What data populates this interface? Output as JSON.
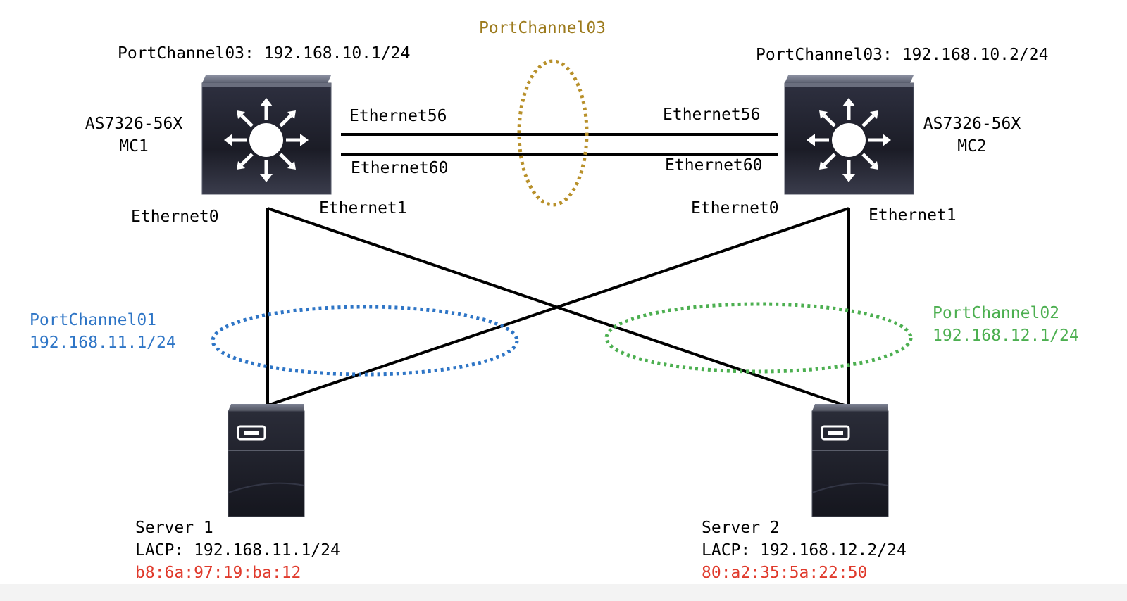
{
  "diagram": {
    "peer_link": {
      "name": "PortChannel03",
      "color": "#b8902a",
      "mc1_ip_label": "PortChannel03: 192.168.10.1/24",
      "mc2_ip_label": "PortChannel03: 192.168.10.2/24",
      "mc1_ports": [
        "Ethernet56",
        "Ethernet60"
      ],
      "mc2_ports": [
        "Ethernet56",
        "Ethernet60"
      ]
    },
    "switches": [
      {
        "model": "AS7326-56X",
        "name": "MC1",
        "ports": [
          "Ethernet0",
          "Ethernet1"
        ]
      },
      {
        "model": "AS7326-56X",
        "name": "MC2",
        "ports": [
          "Ethernet0",
          "Ethernet1"
        ]
      }
    ],
    "port_channels": [
      {
        "name": "PortChannel01",
        "ip": "192.168.11.1/24",
        "color": "#2e75c6"
      },
      {
        "name": "PortChannel02",
        "ip": "192.168.12.1/24",
        "color": "#4caf50"
      }
    ],
    "servers": [
      {
        "name": "Server 1",
        "lacp": "LACP: 192.168.11.1/24",
        "mac": "b8:6a:97:19:ba:12",
        "mac_color": "#e03a2c"
      },
      {
        "name": "Server 2",
        "lacp": "LACP: 192.168.12.2/24",
        "mac": "80:a2:35:5a:22:50",
        "mac_color": "#e03a2c"
      }
    ]
  }
}
